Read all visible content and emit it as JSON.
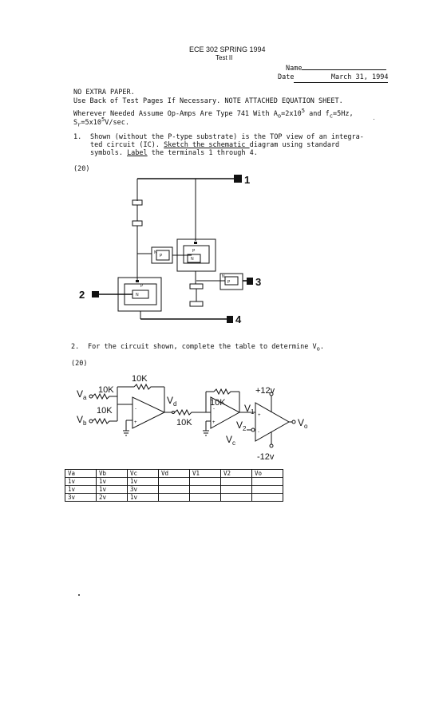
{
  "header": {
    "course": "ECE 302 SPRING 1994",
    "test": "Test II",
    "name_label": "Name",
    "date_label": "Date",
    "date_value": "March 31, 1994"
  },
  "instructions": {
    "line1": "NO EXTRA PAPER.",
    "line2": "Use Back of Test Pages If Necessary. NOTE ATTACHED EQUATION SHEET.",
    "line3_a": "Wherever Needed Assume Op-Amps Are Type 741 With A",
    "line3_sub1": "o",
    "line3_b": "=2x10",
    "line3_sup": "5",
    "line3_c": " and f",
    "line3_sub2": "c",
    "line3_d": "=5Hz,",
    "line4_a": "S",
    "line4_sub": "r",
    "line4_b": "=5x10",
    "line4_sup": "5",
    "line4_c": "V/sec."
  },
  "question1": {
    "number": "1.",
    "line1": "Shown (without the P-type substrate) is the TOP view of an integra-",
    "line2_a": "ted circuit (IC). ",
    "line2_b": "Sketch the schematic ",
    "line2_c": "diagram using standard",
    "line3_a": "symbols. ",
    "line3_b": "Label",
    "line3_c": " the terminals 1 through 4.",
    "points": "(20)",
    "terminals": [
      "1",
      "2",
      "3",
      "4"
    ]
  },
  "question2": {
    "number": "2.",
    "text_a": "For the circuit shown, complete the table to determine V",
    "text_sub": "o",
    "text_b": ".",
    "points": "(20)",
    "circuit": {
      "r_feedback1": "10K",
      "r_input_a": "10K",
      "r_input_b": "10K",
      "r_series": "10K",
      "r_feedback2": "10K",
      "supply_pos": "+12v",
      "supply_neg": "-12v",
      "va": "V",
      "va_sub": "a",
      "vb": "V",
      "vb_sub": "b",
      "vd": "V",
      "vd_sub": "d",
      "v1": "V",
      "v1_sub": "1",
      "v2": "V",
      "v2_sub": "2",
      "vc": "V",
      "vc_sub": "c",
      "vo": "V",
      "vo_sub": "o"
    },
    "table": {
      "headers": [
        "Va",
        "Vb",
        "Vc",
        "Vd",
        "V1",
        "V2",
        "Vo"
      ],
      "rows": [
        [
          "1v",
          "1v",
          "1v",
          "",
          "",
          "",
          ""
        ],
        [
          "1v",
          "1v",
          "3v",
          "",
          "",
          "",
          ""
        ],
        [
          "3v",
          "2v",
          "1v",
          "",
          "",
          "",
          ""
        ]
      ]
    }
  }
}
